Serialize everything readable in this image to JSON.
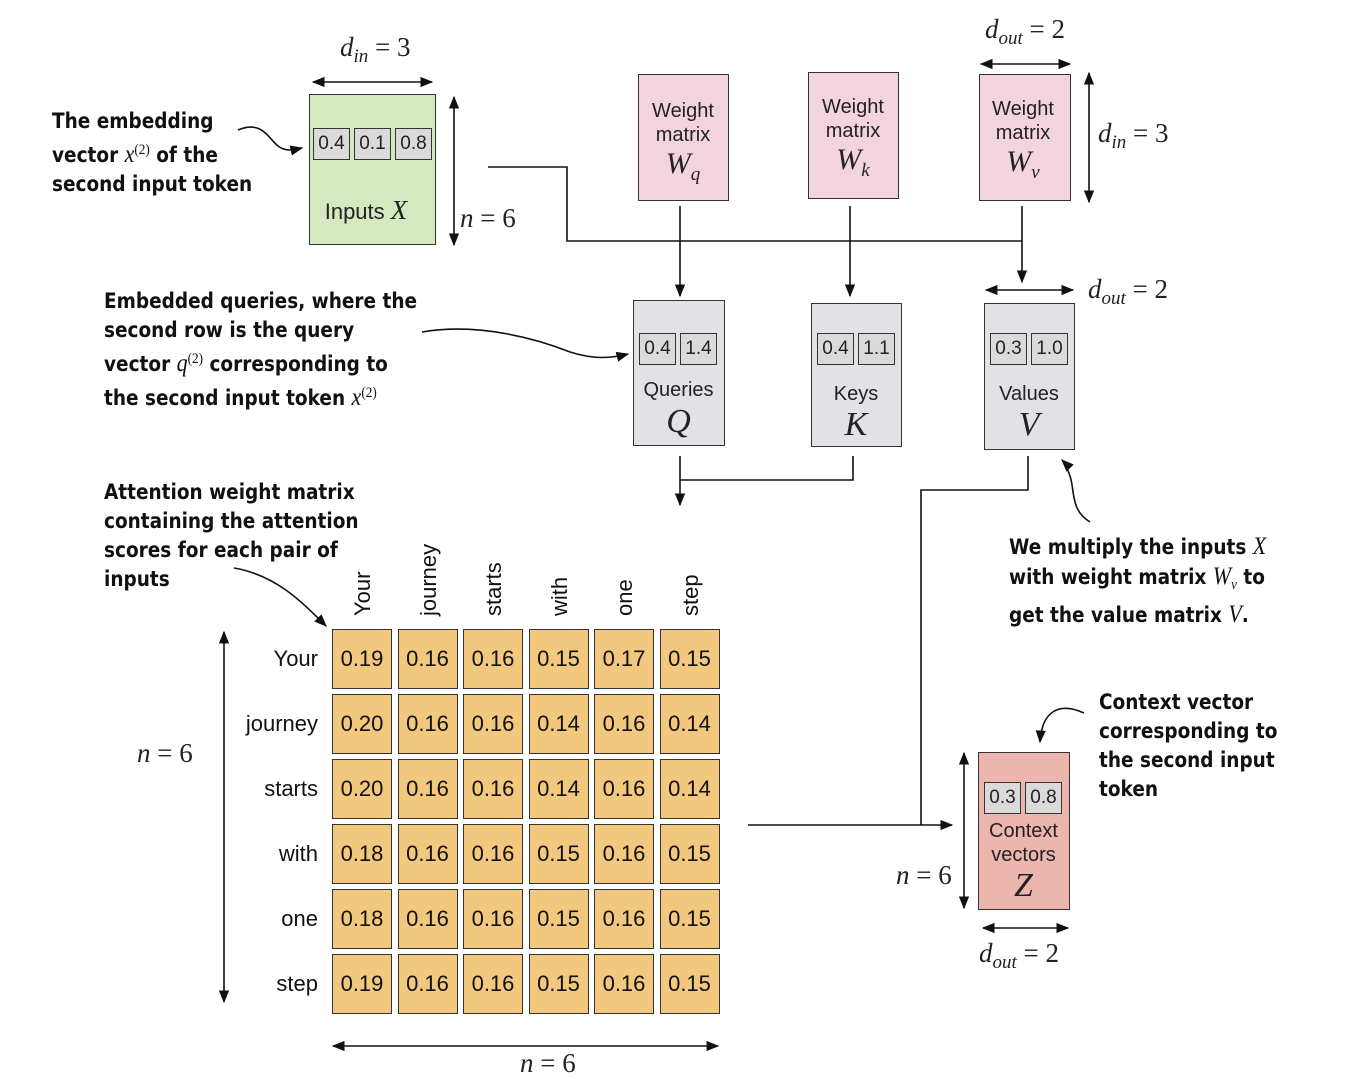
{
  "dimensions": {
    "d_in": "d",
    "d_in_sub": "in",
    "d_in_val": " = 3",
    "d_out": "d",
    "d_out_sub": "out",
    "d_out_val": " = 2",
    "n": "n",
    "n_val": " = 6"
  },
  "inputs": {
    "values": [
      "0.4",
      "0.1",
      "0.8"
    ],
    "label": "Inputs",
    "symbol": "X"
  },
  "weights": [
    {
      "line1": "Weight",
      "line2": "matrix",
      "symbol": "W",
      "sub": "q"
    },
    {
      "line1": "Weight",
      "line2": "matrix",
      "symbol": "W",
      "sub": "k"
    },
    {
      "line1": "Weight",
      "line2": "matrix",
      "symbol": "W",
      "sub": "v"
    }
  ],
  "queries": {
    "values": [
      "0.4",
      "1.4"
    ],
    "label": "Queries",
    "symbol": "Q"
  },
  "keys": {
    "values": [
      "0.4",
      "1.1"
    ],
    "label": "Keys",
    "symbol": "K"
  },
  "values_box": {
    "values": [
      "0.3",
      "1.0"
    ],
    "label": "Values",
    "symbol": "V"
  },
  "context": {
    "values": [
      "0.3",
      "0.8"
    ],
    "line1": "Context",
    "line2": "vectors",
    "symbol": "Z"
  },
  "notes": {
    "embedding": {
      "l1": "The embedding",
      "l2a": "vector ",
      "l2m": "x",
      "l2sup": "(2)",
      "l2b": " of the",
      "l3": "second input token"
    },
    "queries": {
      "l1": "Embedded queries, where the",
      "l2": "second row is the query",
      "l3a": "vector ",
      "l3m": "q",
      "l3sup": "(2)",
      "l3b": " corresponding to",
      "l4a": "the second input token ",
      "l4m": "x",
      "l4sup": "(2)"
    },
    "attention": {
      "l1": "Attention weight matrix",
      "l2": "containing the attention",
      "l3": "scores for each pair of",
      "l4": "inputs"
    },
    "multiply": {
      "l1a": "We multiply the inputs ",
      "l1m": "X",
      "l2a": "with weight matrix ",
      "l2m": "W",
      "l2sub": "v",
      "l2b": " to",
      "l3a": "get the value matrix ",
      "l3m": "V",
      "l3b": "."
    },
    "context": {
      "l1": "Context vector",
      "l2": "corresponding to",
      "l3": "the second input",
      "l4": "token"
    }
  },
  "attention_matrix": {
    "tokens": [
      "Your",
      "journey",
      "starts",
      "with",
      "one",
      "step"
    ],
    "rows": [
      [
        "0.19",
        "0.16",
        "0.16",
        "0.15",
        "0.17",
        "0.15"
      ],
      [
        "0.20",
        "0.16",
        "0.16",
        "0.14",
        "0.16",
        "0.14"
      ],
      [
        "0.20",
        "0.16",
        "0.16",
        "0.14",
        "0.16",
        "0.14"
      ],
      [
        "0.18",
        "0.16",
        "0.16",
        "0.15",
        "0.16",
        "0.15"
      ],
      [
        "0.18",
        "0.16",
        "0.16",
        "0.15",
        "0.16",
        "0.15"
      ],
      [
        "0.19",
        "0.16",
        "0.16",
        "0.15",
        "0.16",
        "0.15"
      ]
    ]
  },
  "colors": {
    "inputs": "#d6e8bf",
    "weights": "#f3d3dd",
    "qkv": "#e2e1e6",
    "attention": "#f2c77e",
    "context": "#ecb5ad"
  }
}
